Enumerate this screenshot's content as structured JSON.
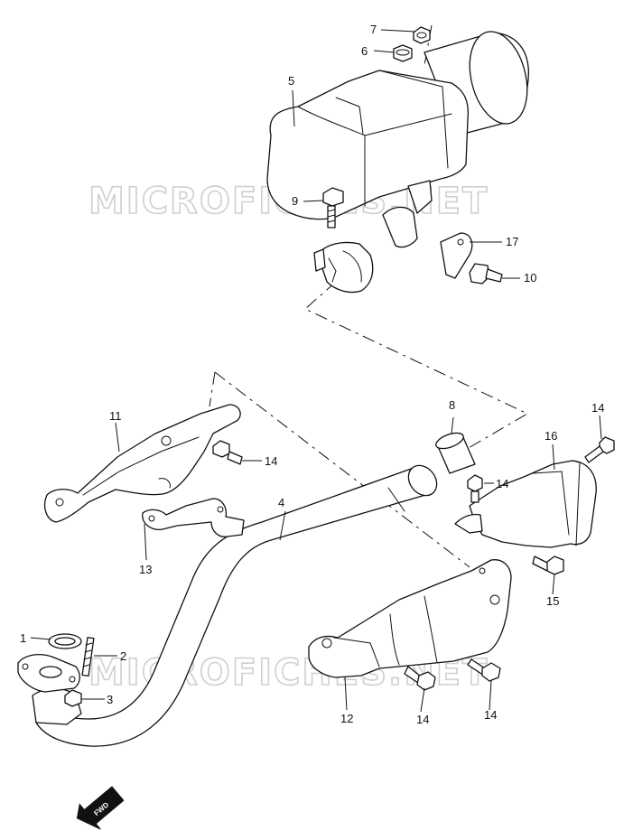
{
  "watermark": {
    "text": "MICROFICHES.NET"
  },
  "fwd_badge": {
    "text": "FWD"
  },
  "callouts": [
    {
      "id": "c7",
      "label": "7"
    },
    {
      "id": "c6",
      "label": "6"
    },
    {
      "id": "c5",
      "label": "5"
    },
    {
      "id": "c9",
      "label": "9"
    },
    {
      "id": "c17",
      "label": "17"
    },
    {
      "id": "c10",
      "label": "10"
    },
    {
      "id": "c8",
      "label": "8"
    },
    {
      "id": "c14a",
      "label": "14"
    },
    {
      "id": "c16",
      "label": "16"
    },
    {
      "id": "c11",
      "label": "11"
    },
    {
      "id": "c14b",
      "label": "14"
    },
    {
      "id": "c4",
      "label": "4"
    },
    {
      "id": "c14c",
      "label": "14"
    },
    {
      "id": "c13",
      "label": "13"
    },
    {
      "id": "c15",
      "label": "15"
    },
    {
      "id": "c1",
      "label": "1"
    },
    {
      "id": "c2",
      "label": "2"
    },
    {
      "id": "c3",
      "label": "3"
    },
    {
      "id": "c12",
      "label": "12"
    },
    {
      "id": "c14d",
      "label": "14"
    },
    {
      "id": "c14e",
      "label": "14"
    }
  ]
}
